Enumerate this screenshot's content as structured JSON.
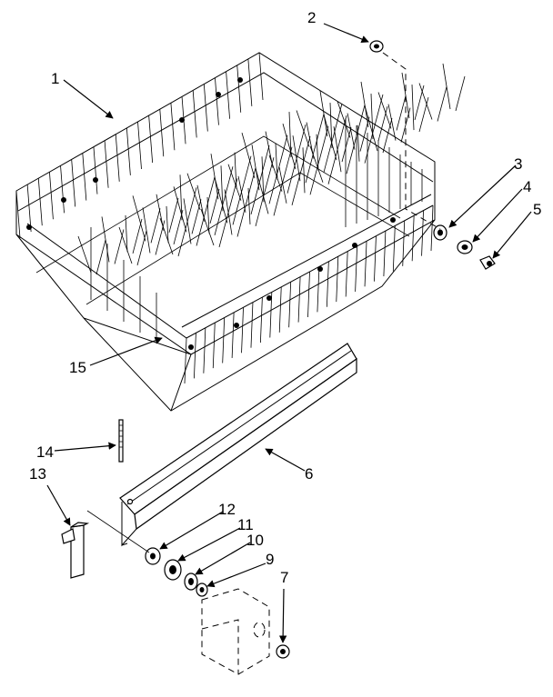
{
  "callouts": [
    "1",
    "2",
    "3",
    "4",
    "5",
    "6",
    "7",
    "9",
    "10",
    "11",
    "12",
    "13",
    "14",
    "15"
  ],
  "colors": {
    "ink": "#000000",
    "paper": "#ffffff"
  }
}
